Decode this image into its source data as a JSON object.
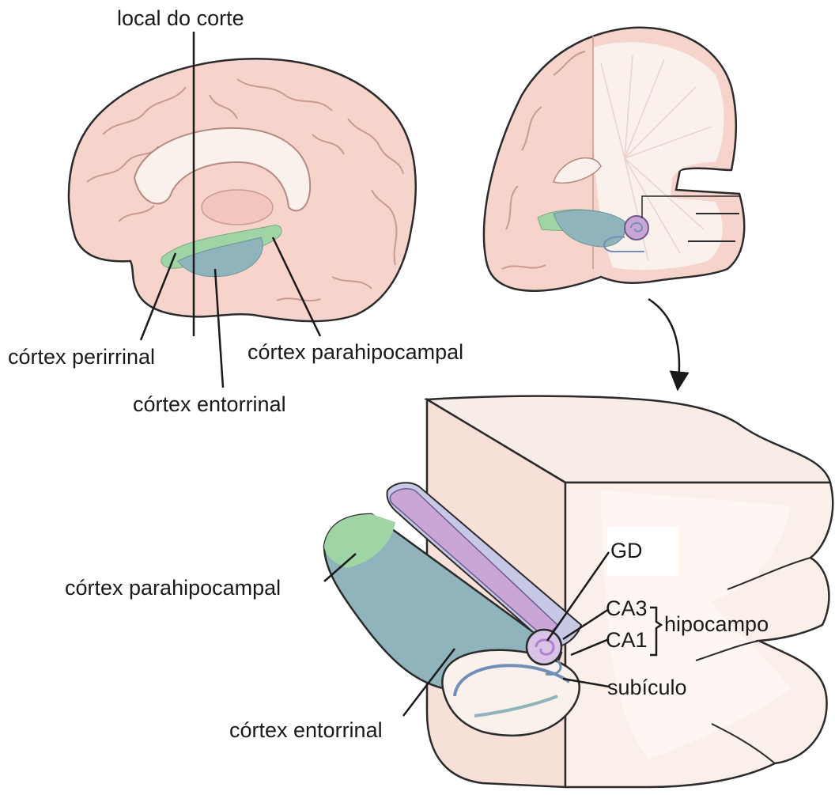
{
  "labels": {
    "cut_site": "local do corte",
    "perirhinal_top": "córtex perirrinal",
    "parahippocampal_top": "córtex parahipocampal",
    "entorhinal_top": "córtex entorrinal",
    "parahippocampal_bottom": "córtex parahipocampal",
    "entorhinal_bottom": "córtex entorrinal",
    "dentate_gyrus": "GD",
    "ca3": "CA3",
    "ca1": "CA1",
    "hippocampus": "hipocampo",
    "subiculum": "subículo"
  },
  "colors": {
    "brain_fill": "#f6d4cc",
    "brain_outline": "#2b2b2b",
    "gyrus_line": "#c99a8f",
    "white_matter": "#fbf1ec",
    "entorhinal": "#8fb4bb",
    "parahippocampal": "#9fd4a4",
    "dentate_purple": "#c9a6d6",
    "hippocampus_lilac": "#c7c7e6",
    "subiculum_blue": "#6f8fb8",
    "slab_top": "#f8ece6",
    "slab_front": "#fbefe9"
  }
}
